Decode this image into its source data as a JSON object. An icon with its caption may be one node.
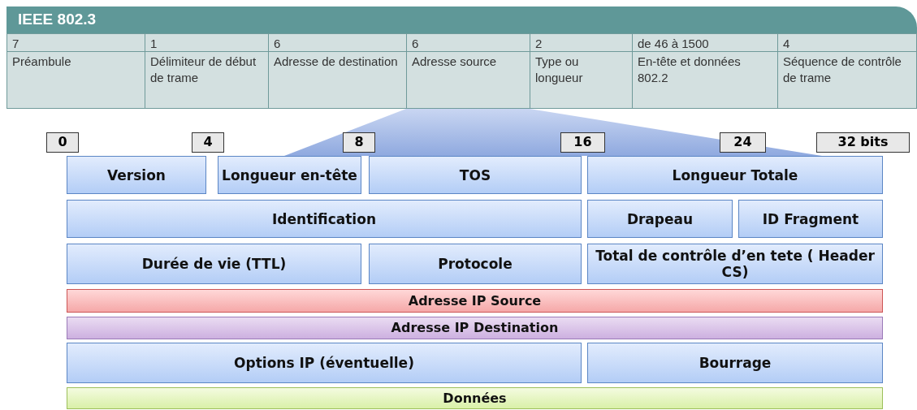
{
  "diagram": {
    "title": "IEEE 802.3",
    "nodes": [
      {
        "text": [
          "Version"
        ]
      },
      {
        "text": [
          "Longueur en-tête"
        ]
      },
      {
        "text": [
          "TOS"
        ]
      },
      {
        "text": [
          "Longueur Totale"
        ]
      },
      {
        "text": [
          "Identification"
        ]
      },
      {
        "text": [
          "Drapeau"
        ]
      },
      {
        "text": [
          "ID Fragment"
        ]
      },
      {
        "text": [
          "Durée de vie (TTL)"
        ]
      },
      {
        "text": [
          "Protocole"
        ]
      },
      {
        "text": [
          "Total de contrôle d’en tete ( Header CS)"
        ]
      },
      {
        "text": [
          "Adresse IP Source"
        ]
      },
      {
        "text": [
          "Adresse IP Destination"
        ]
      },
      {
        "text": [
          "Options IP (éventuelle)"
        ]
      },
      {
        "text": [
          "Bourrage"
        ]
      },
      {
        "text": [
          "Données"
        ]
      }
    ],
    "labels": [
      "7",
      "1",
      "6",
      "6",
      "2",
      "de 46 à 1500",
      "4",
      "Préambule",
      "Délimiteur de début de trame",
      "Adresse de destination",
      "Adresse source",
      "Type ou longueur",
      "En-tête et données 802.2",
      "Séquence de contrôle de trame",
      "0",
      "4",
      "8",
      "16",
      "24",
      "32 bits"
    ]
  }
}
